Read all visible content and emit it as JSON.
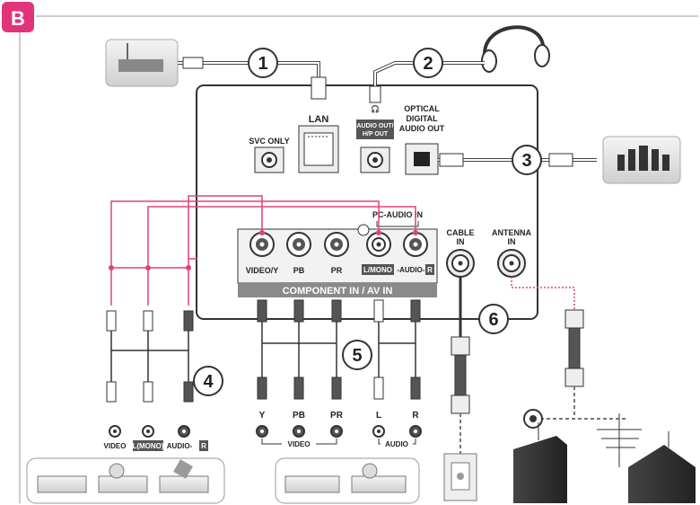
{
  "badge": "B",
  "callouts": [
    "1",
    "2",
    "3",
    "4",
    "5",
    "6"
  ],
  "ports": {
    "svc": "SVC ONLY",
    "lan": "LAN",
    "audio_out": "AUDIO OUT/",
    "hp_out": "H/P OUT",
    "optical": [
      "OPTICAL",
      "DIGITAL",
      "AUDIO OUT"
    ],
    "pc_audio_in": "PC-AUDIO IN",
    "video_y": "VIDEO/Y",
    "pb": "PB",
    "pr": "PR",
    "l_mono": "L/MONO",
    "audio": "-AUDIO-",
    "r": "R",
    "component_bar": "COMPONENT IN / AV IN",
    "cable_in": [
      "CABLE",
      "IN"
    ],
    "antenna_in": [
      "ANTENNA",
      "IN"
    ]
  },
  "av_device": {
    "video": "VIDEO",
    "l_mono": "L(MONO)",
    "audio": "AUDIO-",
    "r": "R"
  },
  "comp_device": {
    "y": "Y",
    "pb": "PB",
    "pr": "PR",
    "l": "L",
    "r": "R",
    "video": "VIDEO",
    "audio": "AUDIO"
  },
  "colors": {
    "badge": "#e2337a",
    "pink_line": "#e0407d",
    "gray_bar": "#8a8a8a",
    "panel_border": "#333333"
  },
  "icons": [
    "router-icon",
    "headphones-icon",
    "speaker-system-icon",
    "dvd-player-icon",
    "satellite-dish-icon",
    "antenna-icon",
    "wall-outlet-icon"
  ]
}
